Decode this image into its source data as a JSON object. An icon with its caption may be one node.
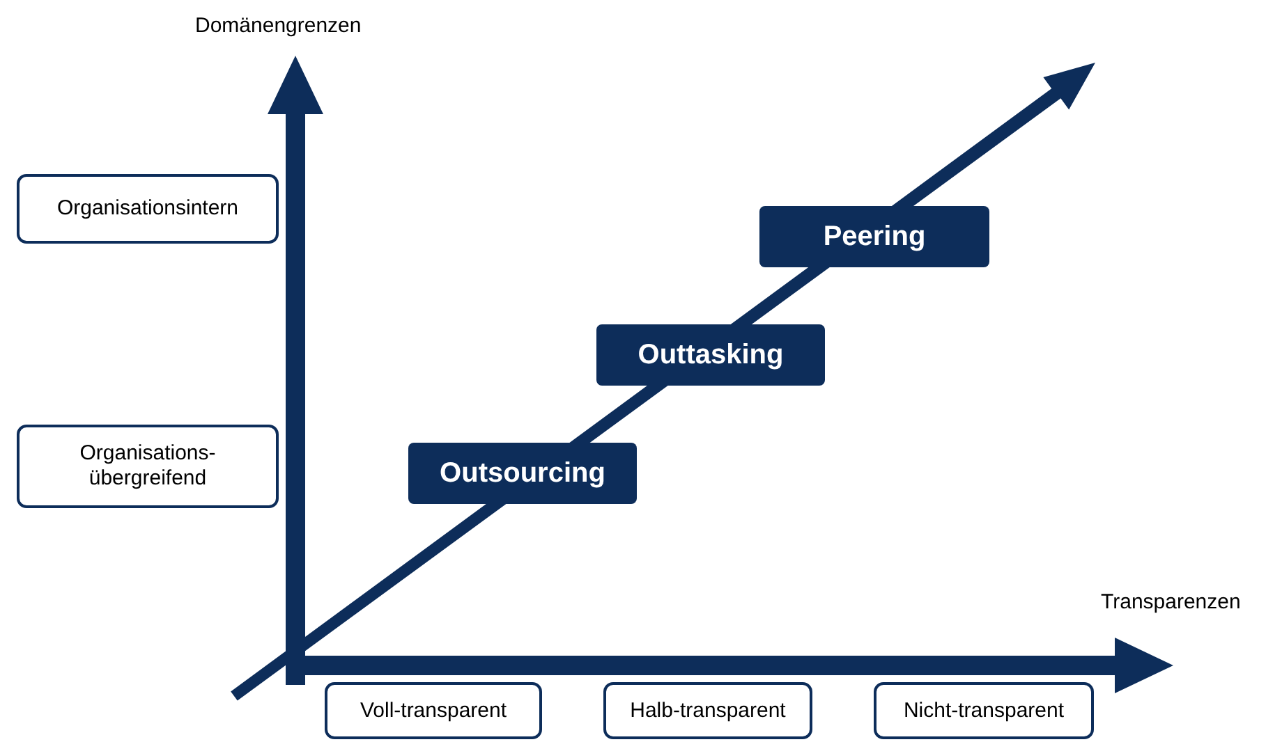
{
  "diagram": {
    "nodes": [
      {
        "text": [
          "Organisationsintern"
        ]
      },
      {
        "text": [
          "Organisations- übergreifend"
        ]
      },
      {
        "text": [
          "Peering"
        ]
      },
      {
        "text": [
          "Outtasking"
        ]
      },
      {
        "text": [
          "Outsourcing"
        ]
      },
      {
        "text": [
          "Voll-transparent"
        ]
      },
      {
        "text": [
          "Halb-transparent"
        ]
      },
      {
        "text": [
          "Nicht-transparent"
        ]
      }
    ],
    "edges": [],
    "labels": [
      "Domänengrenzen",
      "Transparenzen"
    ]
  }
}
